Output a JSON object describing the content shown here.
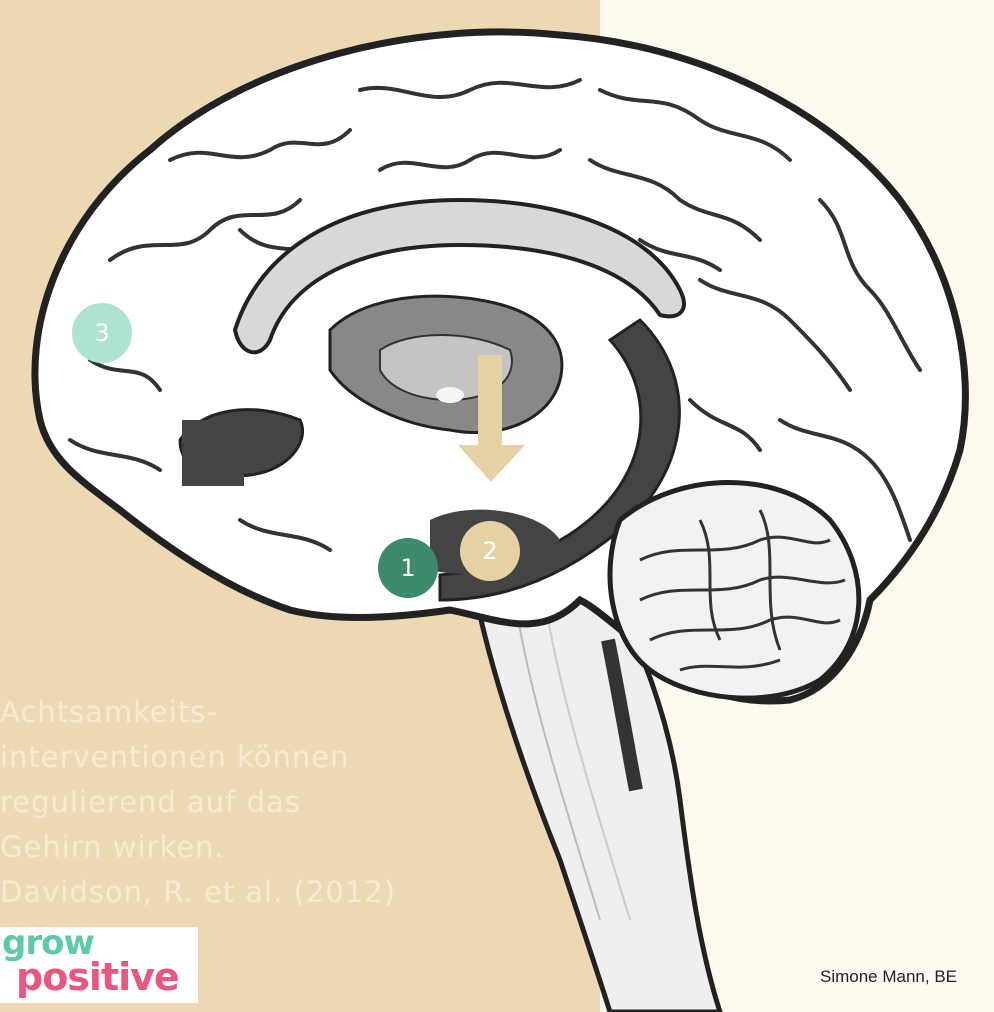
{
  "caption": {
    "lines": [
      "Achtsamkeits-",
      "interventionen können",
      "regulierend auf das",
      "Gehirn wirken.",
      "Davidson, R. et al. (2012)"
    ]
  },
  "markers": [
    {
      "label": "1",
      "color": "#3b8b6c"
    },
    {
      "label": "2",
      "color": "#e6d1a5"
    },
    {
      "label": "3",
      "color": "#aee3cf"
    }
  ],
  "logo": {
    "line1": "grow",
    "line2": "positive"
  },
  "credit": "Simone Mann, BE",
  "colors": {
    "left_panel": "#ecd9b3",
    "right_panel": "#fdf9ee",
    "arrow": "#e6d1a5",
    "brain_dark_structures": "#555555"
  },
  "icons": {
    "arrow": "down-arrow-icon",
    "brain": "brain-sagittal-illustration"
  }
}
